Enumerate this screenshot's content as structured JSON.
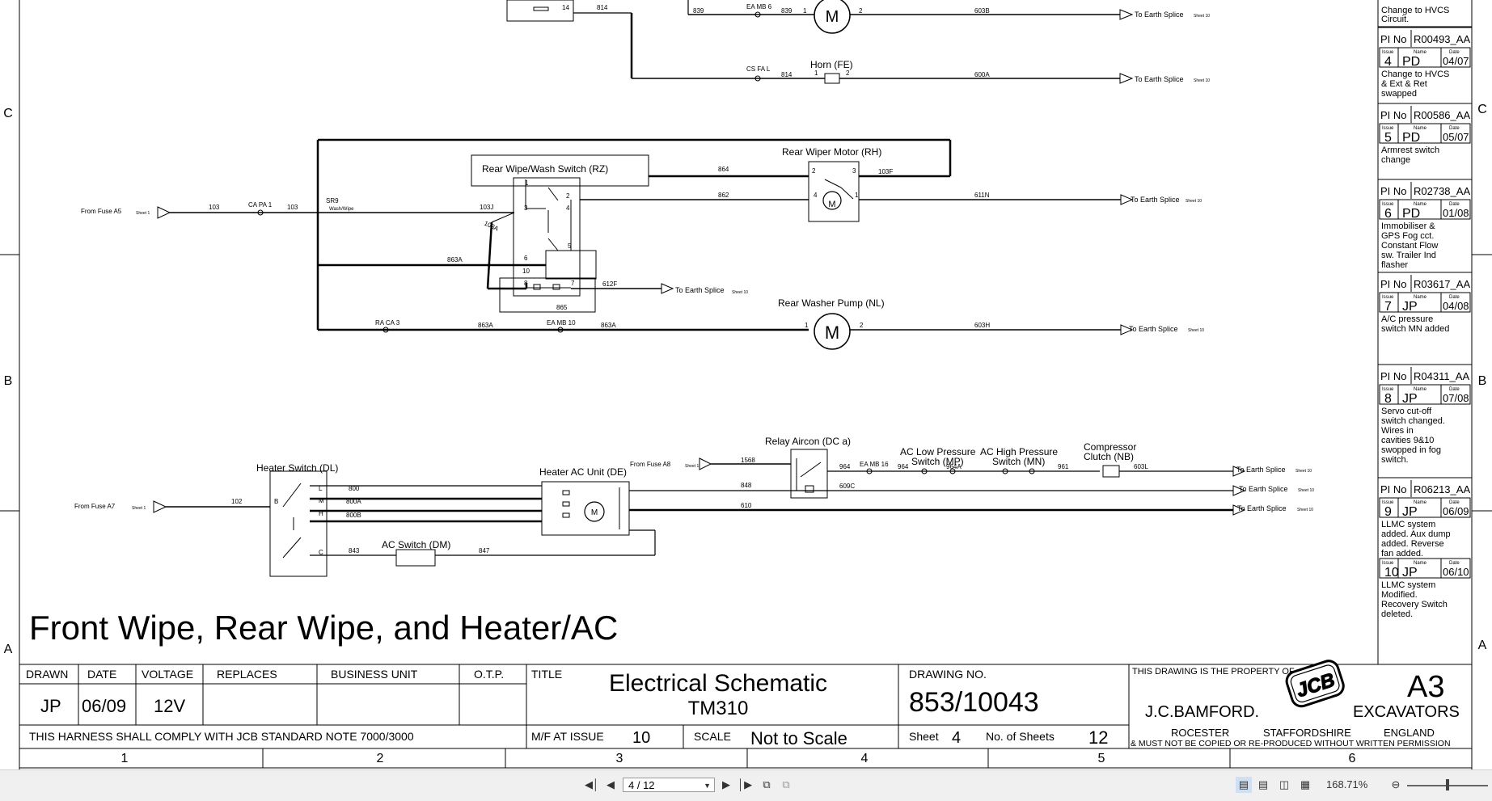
{
  "diagram": {
    "grid_letters": [
      "C",
      "B",
      "A"
    ],
    "grid_numbers": [
      "1",
      "2",
      "3",
      "4",
      "5",
      "6"
    ],
    "top_section": {
      "motor_wires": [
        "14",
        "814",
        "839",
        "EA MB 6",
        "839",
        "1",
        "2",
        "603B"
      ],
      "horn_label": "Horn (FE)",
      "horn_wires": [
        "CS FA L",
        "814",
        "1",
        "2",
        "600A"
      ],
      "earth_label": "To Earth Splice",
      "sheet_ref": "Sheet 10"
    },
    "rear_wipe": {
      "switch_label": "Rear Wipe/Wash Switch (RZ)",
      "motor_label": "Rear Wiper Motor (RH)",
      "pump_label": "Rear Washer Pump (NL)",
      "from_fuse": "From Fuse A5",
      "sheet1": "Sheet 1",
      "wires": {
        "w103a": "103",
        "ca_pa": "CA PA 1",
        "w103b": "103",
        "sr9": "SR9",
        "washwipe": "Wash/Wipe",
        "w103j": "103J",
        "w103a2": "103A",
        "w864": "864",
        "w862": "862",
        "w611n": "611N",
        "w103f": "103F",
        "w863a": "863A",
        "w612f": "612F",
        "w865": "865",
        "ra_ca": "RA CA 3",
        "w863a2": "863A",
        "ea_mb10": "EA MB 10",
        "w863a3": "863A",
        "w603h": "603H"
      },
      "pins": [
        "1",
        "2",
        "3",
        "4",
        "5",
        "6",
        "10",
        "8",
        "7",
        "1",
        "2",
        "3",
        "4",
        "1",
        "2"
      ],
      "earth_label": "To Earth Splice",
      "sheet_ref": "Sheet 10"
    },
    "heater": {
      "heater_switch_label": "Heater Switch (DL)",
      "heater_unit_label": "Heater AC Unit (DE)",
      "relay_label": "Relay Aircon (DC a)",
      "ac_low_label_1": "AC Low Pressure",
      "ac_low_label_2": "Switch (MP)",
      "ac_high_label_1": "AC High Pressure",
      "ac_high_label_2": "Switch (MN)",
      "compressor_label_1": "Compressor",
      "compressor_label_2": "Clutch (NB)",
      "ac_switch_label": "AC Switch (DM)",
      "from_fuse_a7": "From Fuse A7",
      "from_fuse_a8": "From Fuse A8",
      "sheet1": "Sheet 1",
      "wires": {
        "w102": "102",
        "w800": "800",
        "w800a": "800A",
        "w800b": "800B",
        "w843": "843",
        "w847": "847",
        "w1568": "1568",
        "w848": "848",
        "w610": "610",
        "w964": "964",
        "ea_mb16": "EA MB 16",
        "w964b": "964",
        "w964a": "964A",
        "w961": "961",
        "w603l": "603L",
        "w609c": "609C"
      },
      "switch_pins": [
        "B",
        "L",
        "M",
        "H",
        "C"
      ],
      "earth_label": "To Earth Splice",
      "sheet_ref": "Sheet 10"
    }
  },
  "page_title": "Front Wipe, Rear Wipe, and Heater/AC",
  "revision_block": {
    "top_note": "Change to HVCS Circuit.",
    "entries": [
      {
        "pi_label": "PI No",
        "pi": "R00493_AA",
        "issue": "4",
        "name": "PD",
        "date": "04/07",
        "note": "Change to HVCS & Ext & Ret swapped"
      },
      {
        "pi_label": "PI No",
        "pi": "R00586_AA",
        "issue": "5",
        "name": "PD",
        "date": "05/07",
        "note": "Armrest switch change"
      },
      {
        "pi_label": "PI No",
        "pi": "R02738_AA",
        "issue": "6",
        "name": "PD",
        "date": "01/08",
        "note": "Immobiliser & GPS Fog cct. Constant Flow sw. Trailer Ind flasher"
      },
      {
        "pi_label": "PI No",
        "pi": "R03617_AA",
        "issue": "7",
        "name": "JP",
        "date": "04/08",
        "note": "A/C pressure switch MN added"
      },
      {
        "pi_label": "PI No",
        "pi": "R04311_AA",
        "issue": "8",
        "name": "JP",
        "date": "07/08",
        "note": "Servo cut-off switch changed. Wires in cavities 9&10 swopped in fog switch."
      },
      {
        "pi_label": "PI No",
        "pi": "R06213_AA",
        "issue": "9",
        "name": "JP",
        "date": "06/09",
        "note": "LLMC system added. Aux dump added. Reverse fan added."
      },
      {
        "pi_label": "",
        "pi": "",
        "issue": "10",
        "name": "JP",
        "date": "06/10",
        "note": "LLMC system Modified. Recovery Switch deleted."
      }
    ],
    "issue_hdr": "Issue",
    "name_hdr": "Name",
    "date_hdr": "Date"
  },
  "title_block": {
    "drawn_hdr": "DRAWN",
    "drawn": "JP",
    "date_hdr": "DATE",
    "date": "06/09",
    "voltage_hdr": "VOLTAGE",
    "voltage": "12V",
    "replaces_hdr": "REPLACES",
    "bu_hdr": "BUSINESS UNIT",
    "otp_hdr": "O.T.P.",
    "title_hdr": "TITLE",
    "title_line1": "Electrical Schematic",
    "title_line2": "TM310",
    "drawing_no_hdr": "DRAWING NO.",
    "drawing_no": "853/10043",
    "harness_note": "THIS HARNESS SHALL COMPLY WITH JCB STANDARD NOTE 7000/3000",
    "mf_hdr": "M/F AT ISSUE",
    "mf": "10",
    "scale_hdr": "SCALE",
    "scale": "Not to Scale",
    "sheet_hdr": "Sheet",
    "sheet": "4",
    "sheets_hdr": "No. of Sheets",
    "sheets": "12",
    "property": "THIS DRAWING IS THE PROPERTY OF",
    "company": "J.C.BAMFORD.",
    "logo": "JCB",
    "size": "A3",
    "division": "EXCAVATORS",
    "loc1": "ROCESTER",
    "loc2": "STAFFORDSHIRE",
    "loc3": "ENGLAND",
    "copy_note": "& MUST NOT BE COPIED OR RE-PRODUCED WITHOUT WRITTEN PERMISSION"
  },
  "viewer": {
    "page_field": "4 / 12",
    "zoom": "168.71%",
    "icons": [
      "first-page-icon",
      "prev-page-icon",
      "next-page-icon",
      "last-page-icon",
      "page-copy-icon",
      "page-thumb-icon",
      "single-page-view-icon",
      "continuous-view-icon",
      "two-page-view-icon",
      "fit-page-icon",
      "zoom-out-icon",
      "zoom-in-icon"
    ]
  }
}
